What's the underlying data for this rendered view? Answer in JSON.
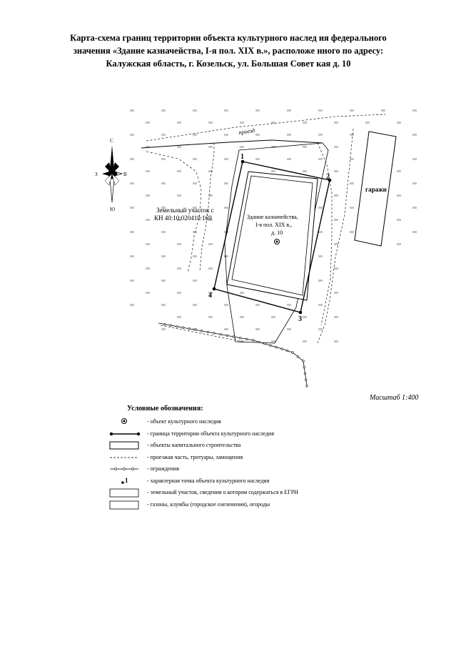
{
  "title": {
    "line1": "Карта-схема границ территории объекта культурного наслед ия  федерального",
    "line2": "значения «Здание казначейства, I-я пол. XIX в.», расположе нного по  адресу:",
    "line3": "Калужская область, г. Козельск, ул. Большая Совет кая д. 10"
  },
  "compass": {
    "n": "С",
    "s": "Ю",
    "w": "З",
    "e": "В"
  },
  "map_labels": {
    "road": "проезд",
    "garages": "гаражи",
    "parcel_line1": "Земельный участок с",
    "parcel_line2": "КН 40:10:020410:169",
    "building_line1": "Здание казначейства,",
    "building_line2": "I-я пол. XIX в.,",
    "building_line3": "д. 10"
  },
  "points": [
    "1",
    "2",
    "3",
    "4"
  ],
  "scale": "Масштаб 1:400",
  "legend": {
    "title": "Условные обозначения:",
    "items": [
      {
        "symbol": "heritage-object",
        "text": "- объект культурного наследия"
      },
      {
        "symbol": "heritage-boundary",
        "text": "- граница территории объекта культурного наследия"
      },
      {
        "symbol": "capital-building",
        "text": "- объекты капитального строительства"
      },
      {
        "symbol": "roadway",
        "text": "- проезжая часть, тротуары, замощения"
      },
      {
        "symbol": "fence",
        "text": "- ограждения"
      },
      {
        "symbol": "characteristic-point",
        "label": "1",
        "text": "- характерная точка объекта культурного наследия"
      },
      {
        "symbol": "land-parcel",
        "text": "- земельный участок, сведения о котором содержаться в ЕГРН"
      },
      {
        "symbol": "lawn",
        "text": "- газоны, клумбы (городское озеленения), огороды"
      }
    ]
  }
}
